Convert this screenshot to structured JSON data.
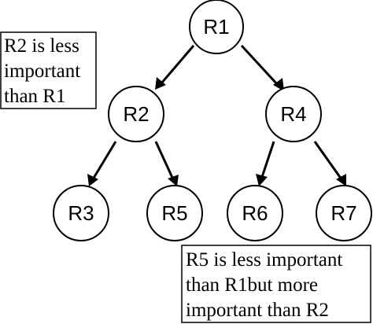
{
  "nodes": {
    "r1": "R1",
    "r2": "R2",
    "r3": "R3",
    "r4": "R4",
    "r5": "R5",
    "r6": "R6",
    "r7": "R7"
  },
  "notes": {
    "left": [
      "R2 is less",
      "important",
      "than R1"
    ],
    "bottom": [
      "R5 is less important",
      "than R1but more",
      "important than R2"
    ]
  },
  "colors": {
    "stroke": "#000000",
    "background": "#ffffff"
  }
}
